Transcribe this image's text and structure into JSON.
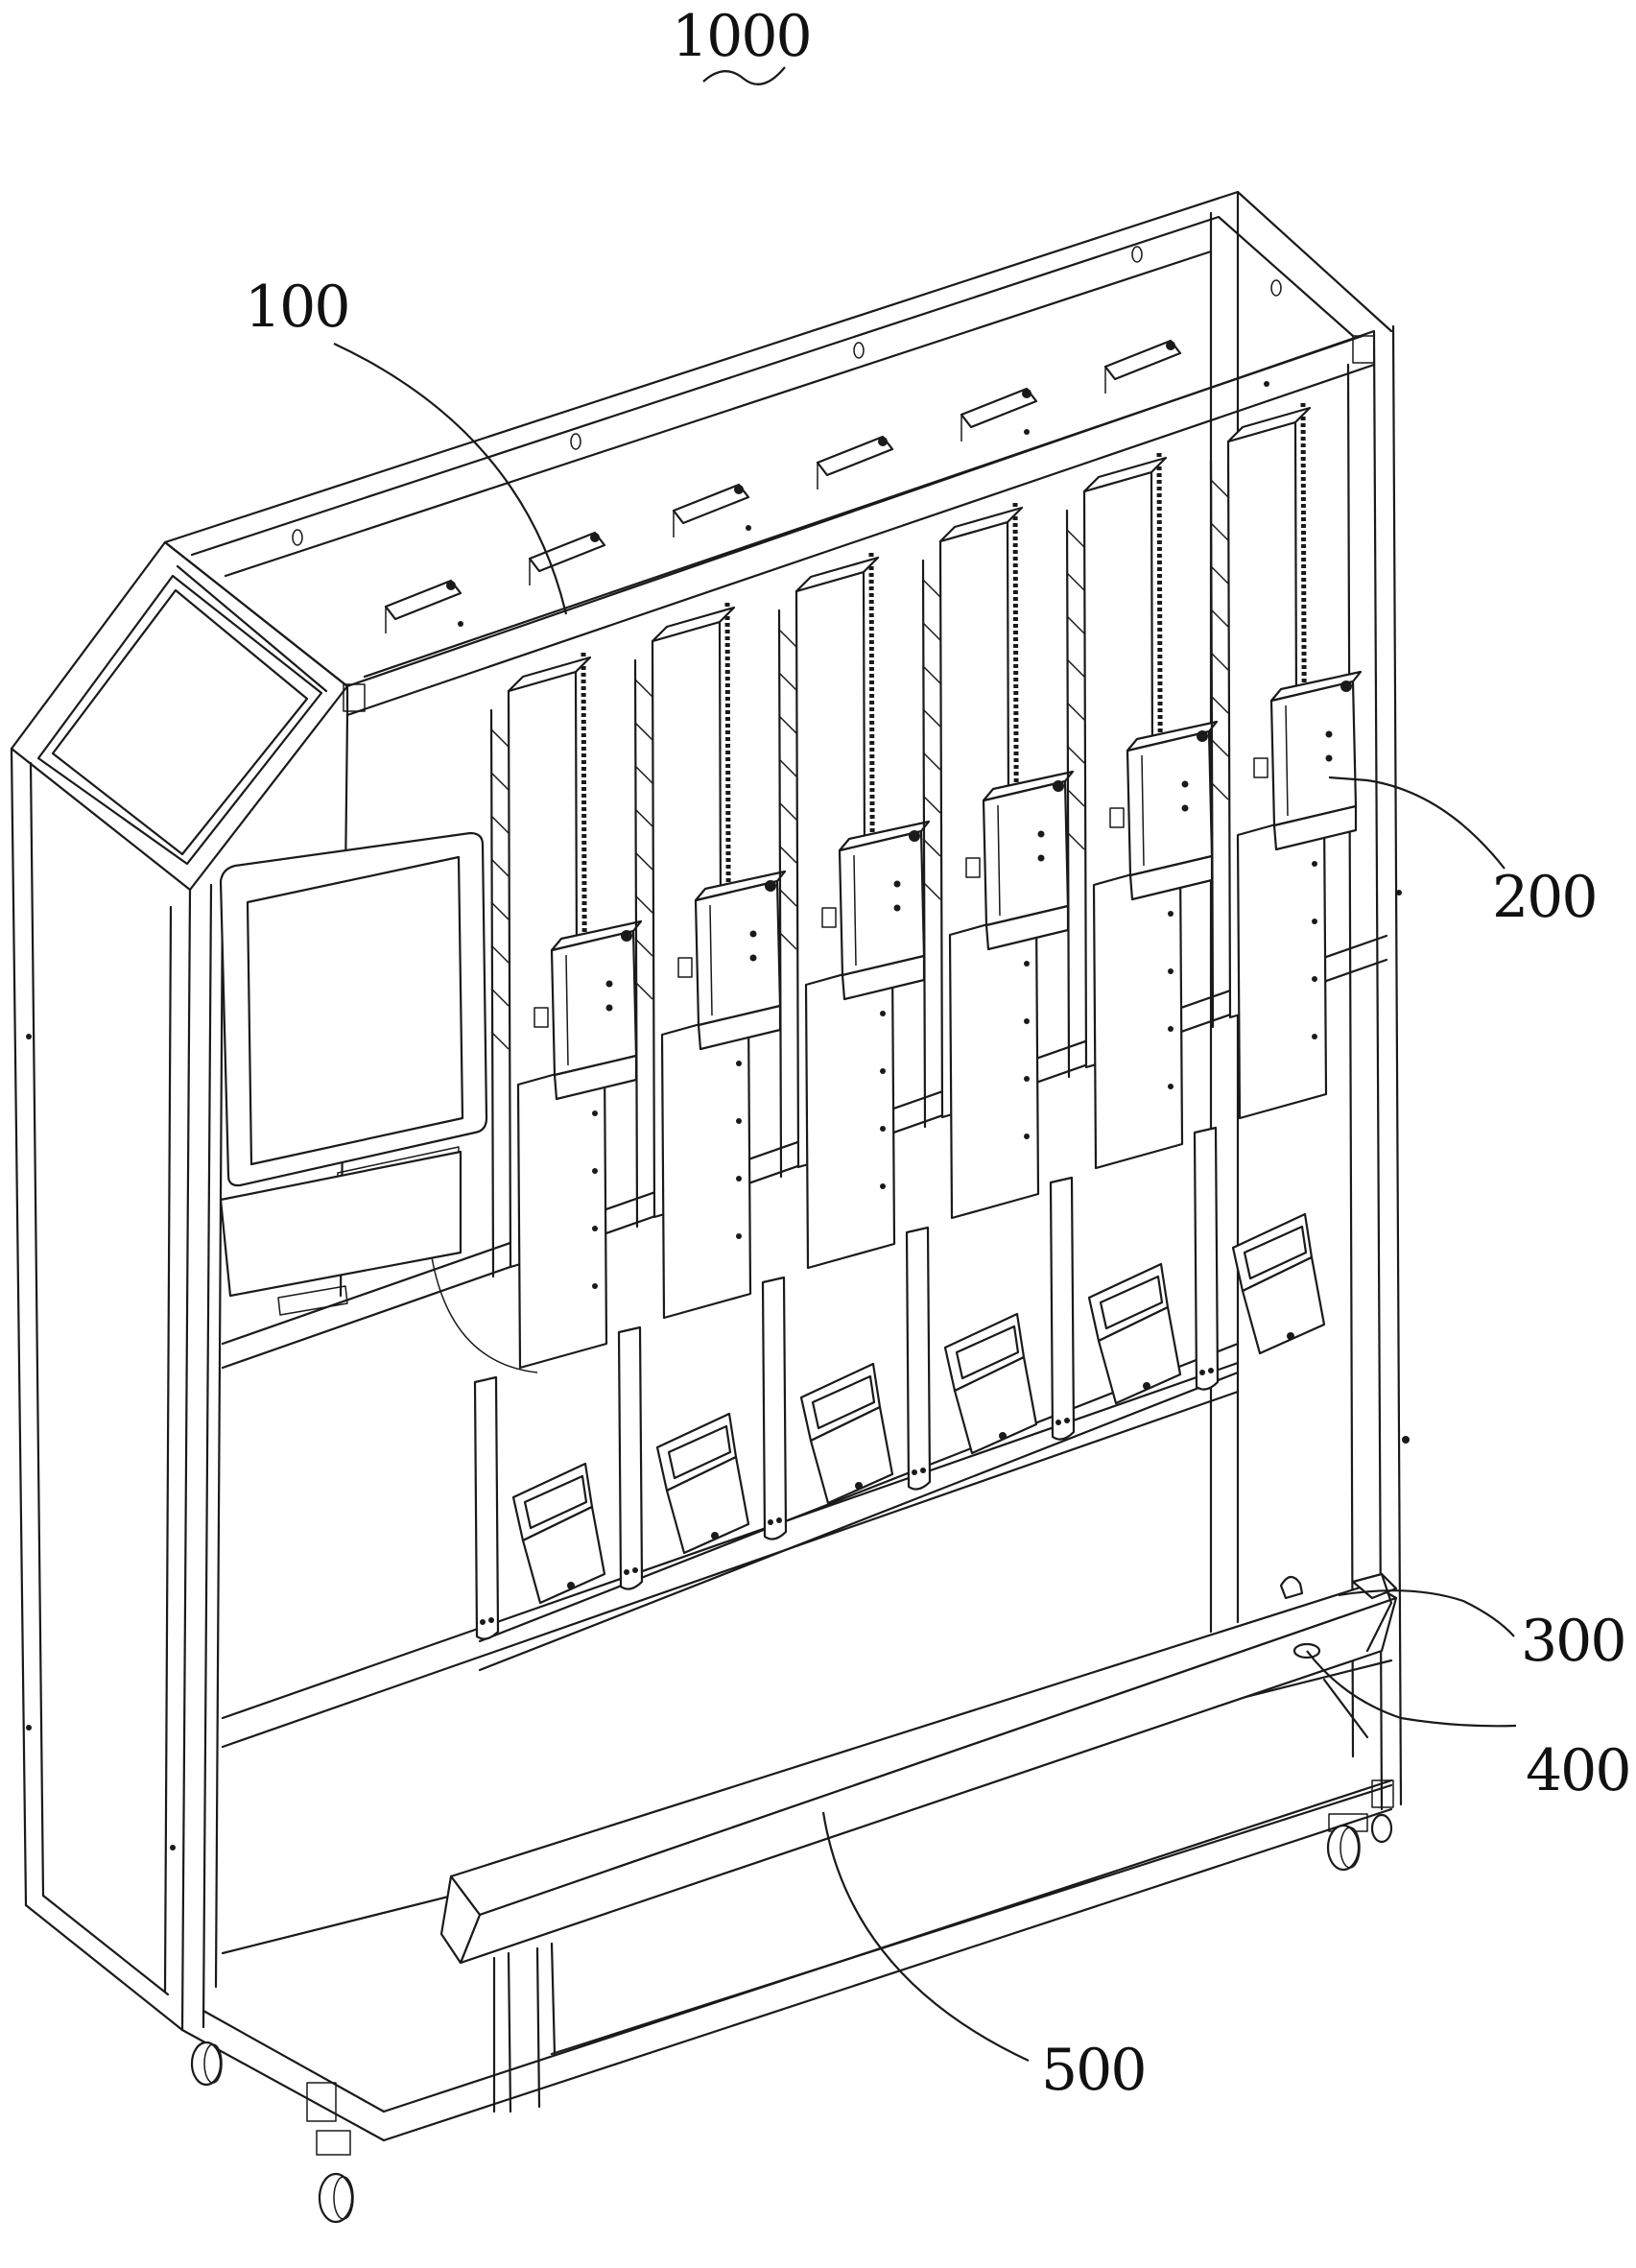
{
  "figure": {
    "title_ref": "1000",
    "description": "Perspective line drawing of a vending / dispensing cabinet frame with six vertical dispensing modules and a bottom collecting beam",
    "line_color": "#1a1a1a",
    "background": "#ffffff"
  },
  "labels": [
    {
      "id": "label-1000",
      "text": "1000",
      "target": "whole-apparatus"
    },
    {
      "id": "label-100",
      "text": "100",
      "target": "top-rail"
    },
    {
      "id": "label-200",
      "text": "200",
      "target": "dispensing-module-box"
    },
    {
      "id": "label-300",
      "text": "300",
      "target": "beam-end-bracket"
    },
    {
      "id": "label-400",
      "text": "400",
      "target": "beam-hole"
    },
    {
      "id": "label-500",
      "text": "500",
      "target": "collecting-beam"
    }
  ],
  "components": {
    "module_count": 6,
    "caster_count": 4
  }
}
